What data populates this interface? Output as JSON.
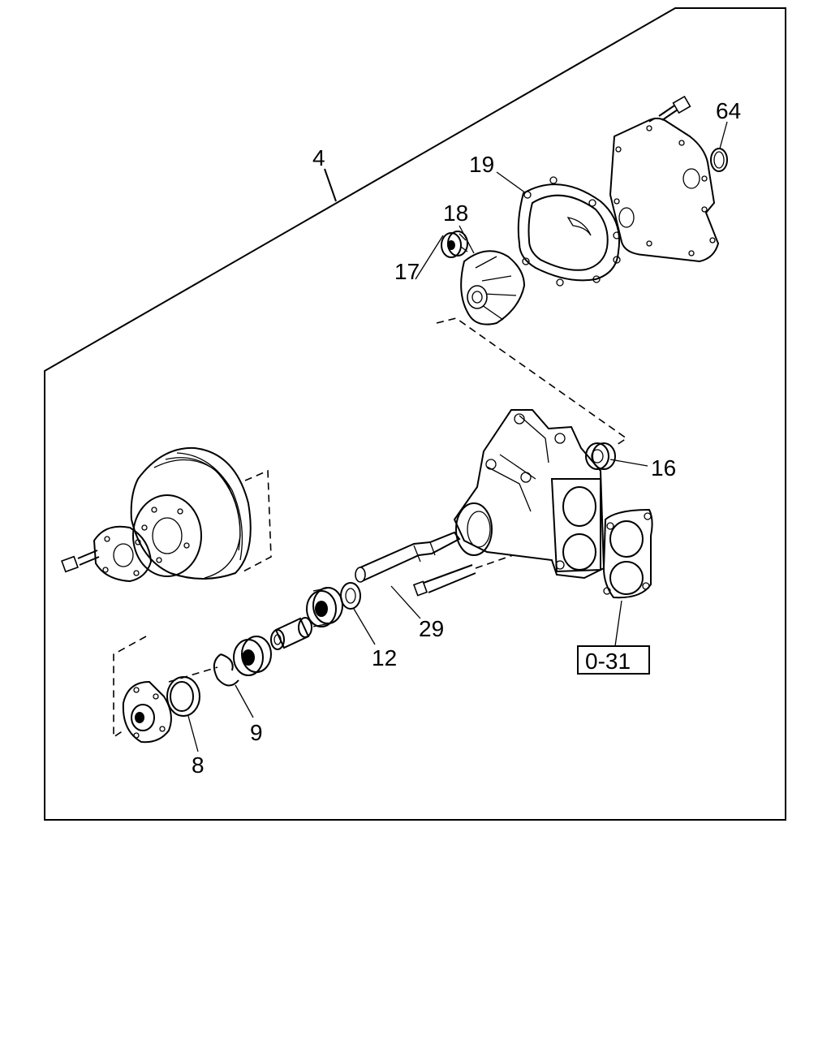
{
  "part_labels": {
    "p4": "4",
    "p64": "64",
    "p19": "19",
    "p18": "18",
    "p17": "17",
    "p16": "16",
    "p29": "29",
    "p12": "12",
    "p9": "9",
    "p8": "8"
  },
  "reference_box": {
    "label": "0-31"
  }
}
